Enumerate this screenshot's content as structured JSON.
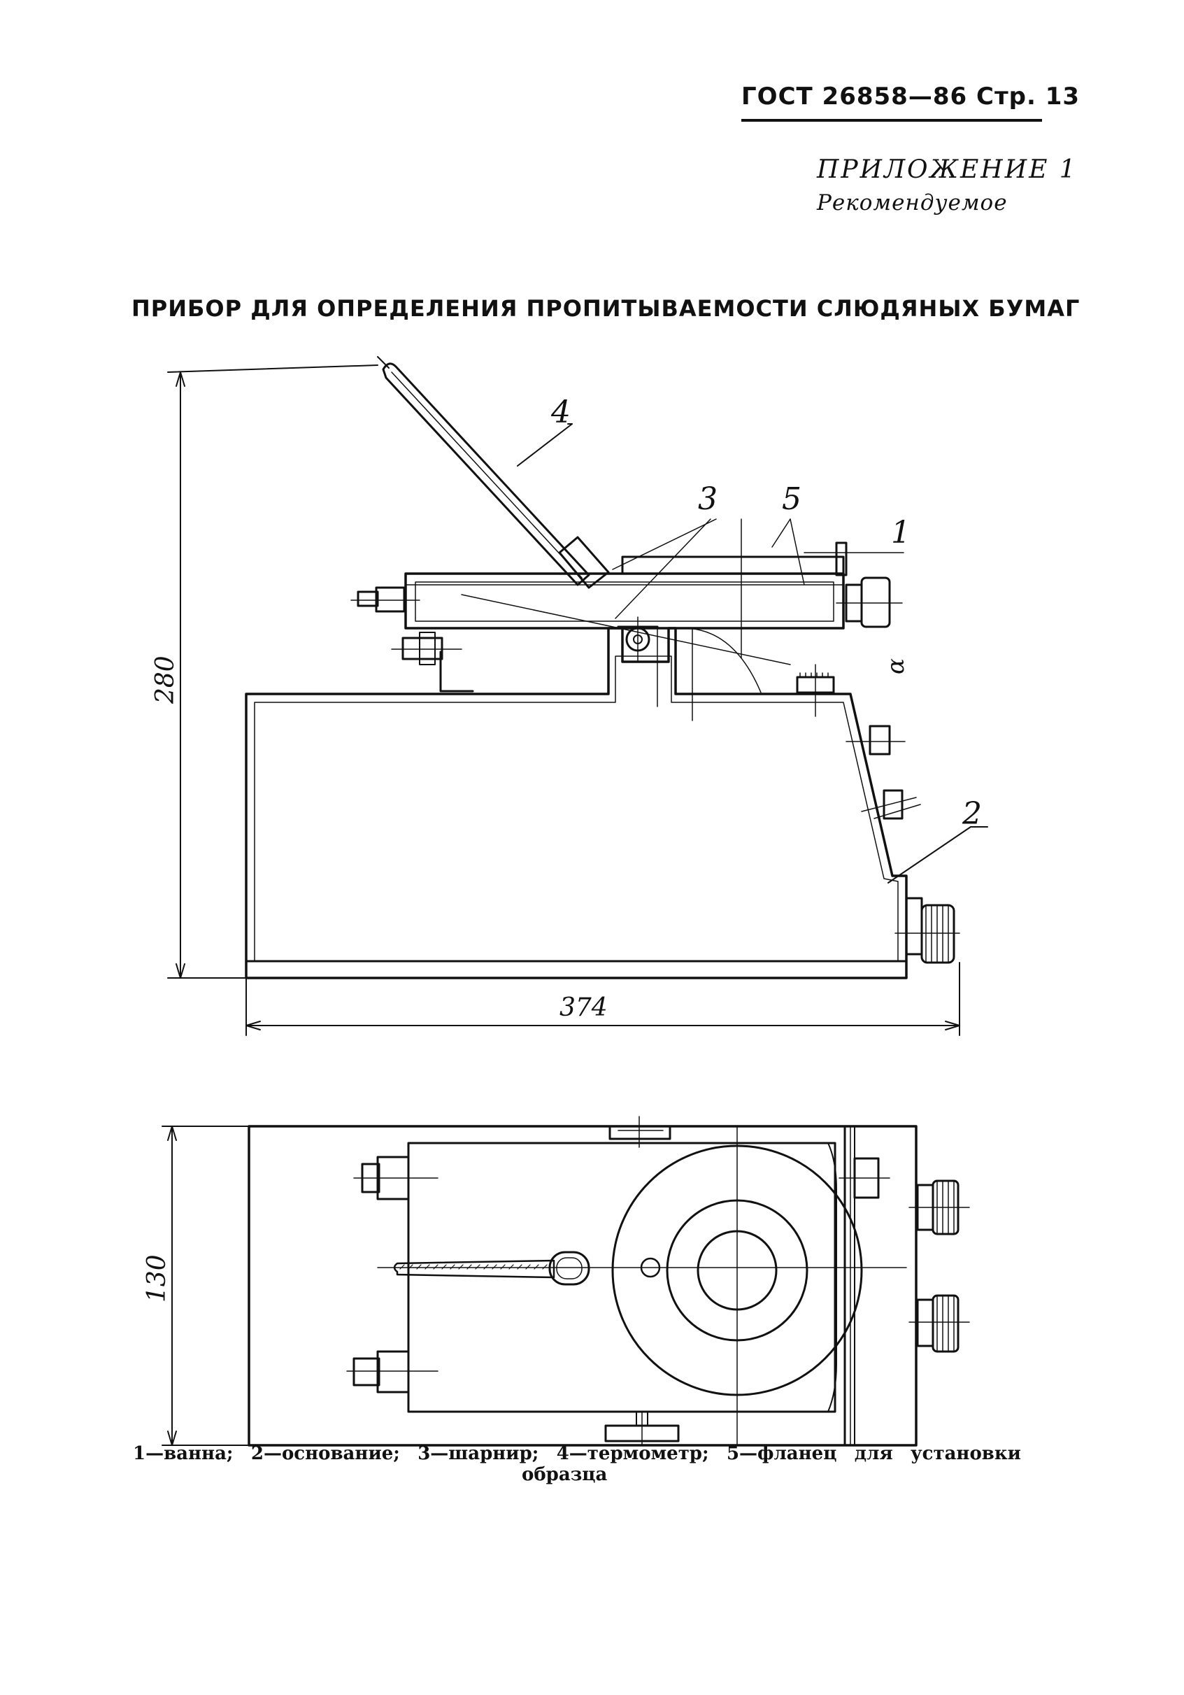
{
  "header": {
    "standard": "ГОСТ 26858—86 Стр. 13"
  },
  "appendix": {
    "label": "ПРИЛОЖЕНИЕ 1",
    "status": "Рекомендуемое"
  },
  "title": "ПРИБОР ДЛЯ ОПРЕДЕЛЕНИЯ ПРОПИТЫВАЕМОСТИ СЛЮДЯНЫХ БУМАГ",
  "drawing": {
    "dimensions": {
      "height_side": "280",
      "length_side": "374",
      "width_top": "130"
    },
    "callouts": [
      "1",
      "2",
      "3",
      "4",
      "5"
    ],
    "angle_label": "α"
  },
  "caption": {
    "items": [
      "1—ванна;",
      "2—основание;",
      "3—шарнир;",
      "4—термометр;",
      "5—фланец",
      "для",
      "установки"
    ],
    "continuation": "образца"
  }
}
